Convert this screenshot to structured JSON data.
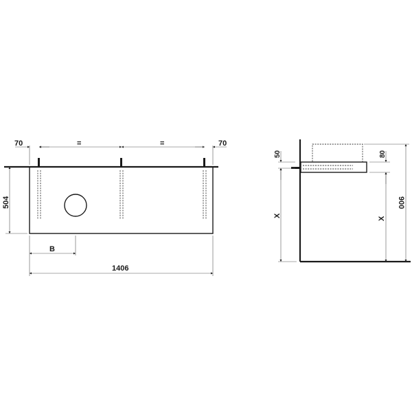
{
  "front_view": {
    "dim_left_offset": "70",
    "dim_spacing_1": "=",
    "dim_spacing_2": "=",
    "dim_right_offset": "70",
    "dim_height": "504",
    "dim_b": "B",
    "dim_width": "1406"
  },
  "side_view": {
    "dim_top_gap": "50",
    "dim_thickness": "80",
    "dim_mount_height_left": "X",
    "dim_mount_height_right": "X",
    "dim_total_height": "900"
  },
  "colors": {
    "line": "#1a1a1a",
    "dimension_line": "#555555",
    "background": "#ffffff"
  }
}
